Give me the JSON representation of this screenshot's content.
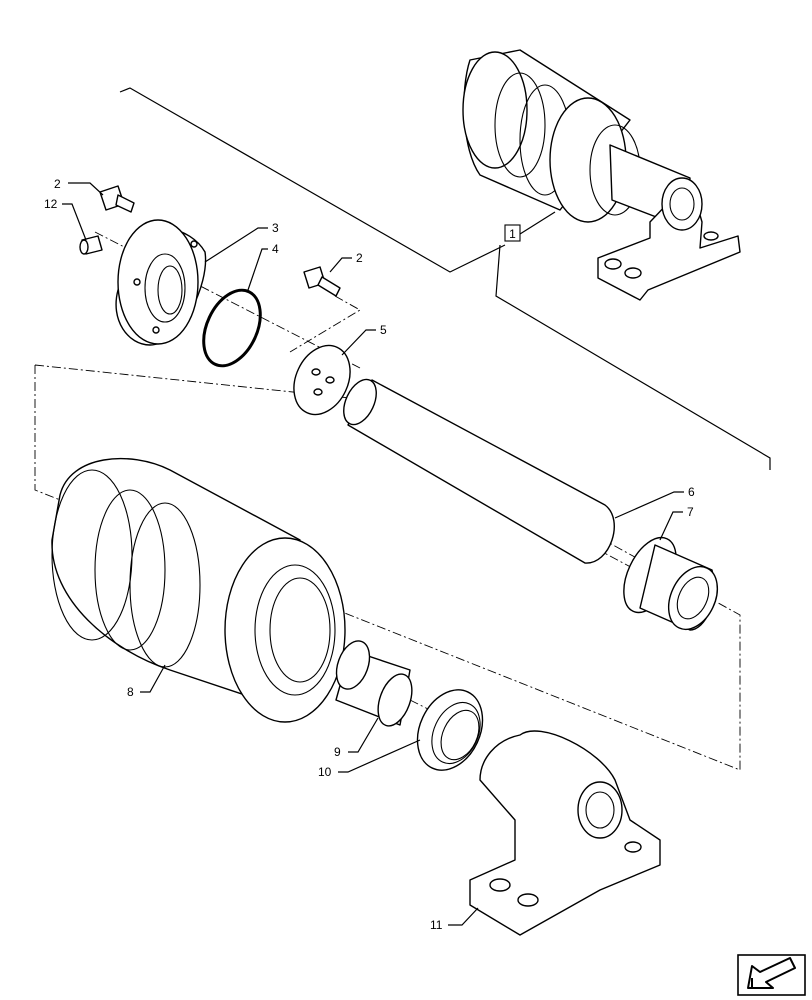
{
  "callouts": {
    "c1": "1",
    "c2a": "2",
    "c2b": "2",
    "c3": "3",
    "c4": "4",
    "c5": "5",
    "c6": "6",
    "c7": "7",
    "c8": "8",
    "c9": "9",
    "c10": "10",
    "c11": "11",
    "c12": "12"
  },
  "icons": {
    "nav": "arrow-left-down-icon"
  }
}
